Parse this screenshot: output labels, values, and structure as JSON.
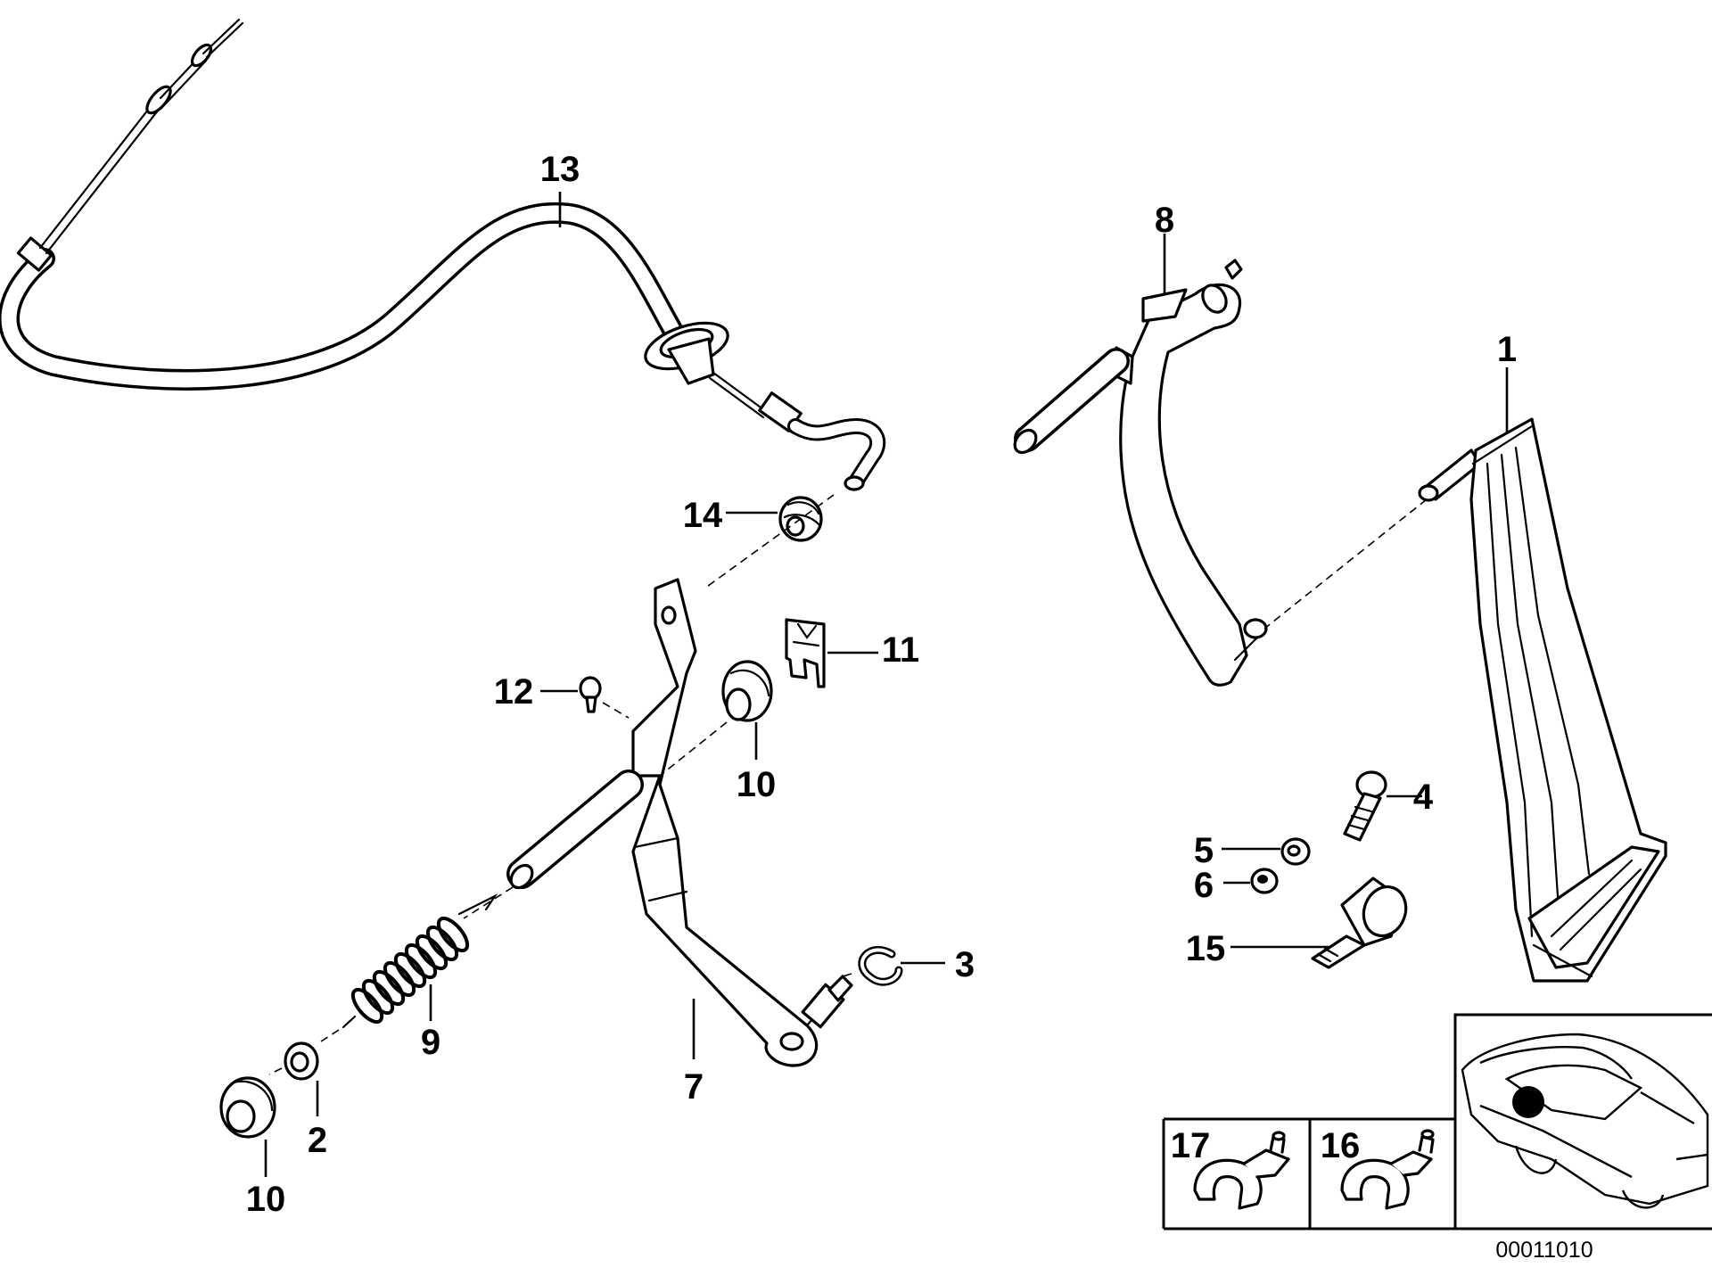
{
  "diagram": {
    "drawing_number": "00011010",
    "callouts": {
      "c1": "1",
      "c2": "2",
      "c3": "3",
      "c4": "4",
      "c5": "5",
      "c6": "6",
      "c7": "7",
      "c8": "8",
      "c9": "9",
      "c10a": "10",
      "c10b": "10",
      "c11": "11",
      "c12": "12",
      "c13": "13",
      "c14": "14",
      "c15": "15",
      "c16": "16",
      "c17": "17"
    }
  }
}
